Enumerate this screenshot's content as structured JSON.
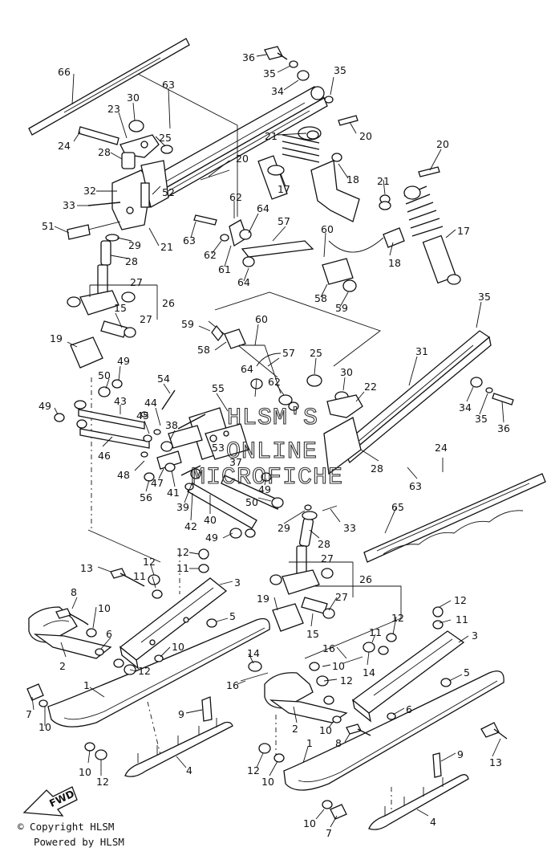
{
  "watermark": [
    "HLSM'S",
    "ONLINE",
    "MICROFICHE"
  ],
  "footer": {
    "copyright": "© Copyright HLSM",
    "powered": "Powered by HLSM"
  },
  "fwd_badge": "FWD",
  "callouts": [
    "36",
    "35",
    "34",
    "35",
    "66",
    "63",
    "30",
    "23",
    "24",
    "25",
    "28",
    "32",
    "33",
    "51",
    "52",
    "20",
    "21",
    "20",
    "17",
    "18",
    "21",
    "20",
    "17",
    "18",
    "62",
    "63",
    "62",
    "64",
    "61",
    "57",
    "60",
    "64",
    "58",
    "59",
    "29",
    "28",
    "21",
    "27",
    "26",
    "15",
    "27",
    "19",
    "35",
    "31",
    "59",
    "60",
    "58",
    "57",
    "25",
    "30",
    "22",
    "34",
    "35",
    "36",
    "49",
    "50",
    "49",
    "54",
    "55",
    "64",
    "62",
    "44",
    "45",
    "43",
    "38",
    "53",
    "37",
    "46",
    "48",
    "47",
    "56",
    "41",
    "39",
    "42",
    "40",
    "50",
    "49",
    "49",
    "63",
    "24",
    "28",
    "65",
    "29",
    "33",
    "28",
    "27",
    "26",
    "19",
    "15",
    "27",
    "12",
    "11",
    "13",
    "12",
    "11",
    "3",
    "8",
    "10",
    "5",
    "2",
    "6",
    "10",
    "12",
    "14",
    "16",
    "1",
    "7",
    "10",
    "9",
    "4",
    "10",
    "12",
    "12",
    "11",
    "12",
    "11",
    "16",
    "14",
    "10",
    "12",
    "3",
    "5",
    "6",
    "2",
    "10",
    "8",
    "13",
    "12",
    "10",
    "1",
    "9",
    "10",
    "7",
    "4"
  ]
}
